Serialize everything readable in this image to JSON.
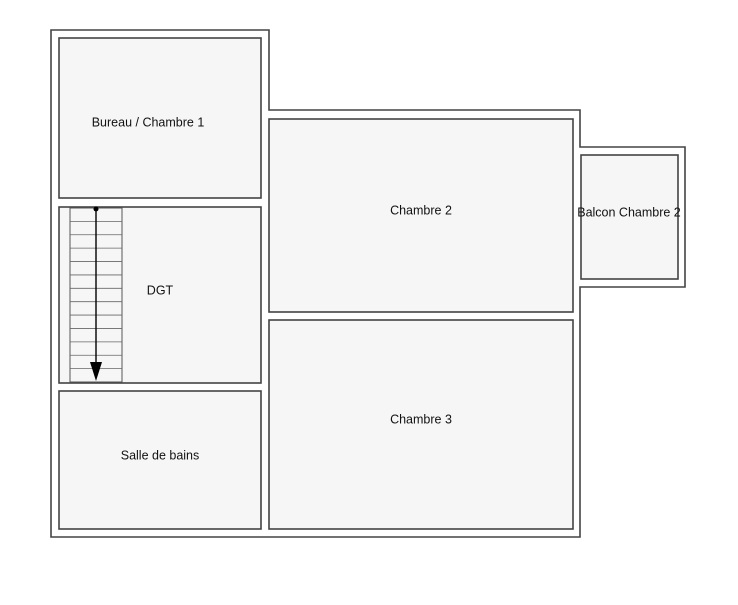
{
  "rooms": {
    "bureau": "Bureau / Chambre 1",
    "dgt": "DGT",
    "salle_de_bains": "Salle de bains",
    "chambre2": "Chambre 2",
    "chambre3": "Chambre 3",
    "balcon": "Balcon Chambre 2"
  },
  "stairs": {
    "steps": 13,
    "direction": "down"
  }
}
